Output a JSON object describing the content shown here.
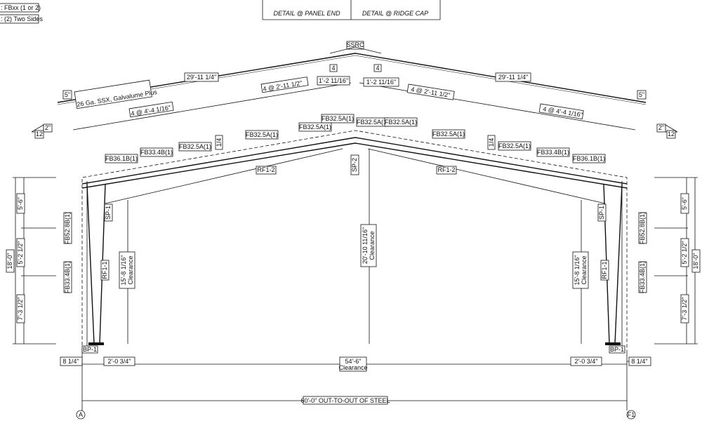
{
  "legend": {
    "line1": ": FBxx (1 or 2)",
    "line2": ": (2) Two Sides"
  },
  "details": {
    "panel_end": "DETAIL @ PANEL END",
    "ridge_cap": "DETAIL @ RIDGE CAP"
  },
  "roof": {
    "ridge_cap": "SSRC",
    "panel_note": "26 Ga. SSX, Galvalume Plus",
    "slope_rise": "4",
    "slope_rise_left": "5\"",
    "slope_rise_right": "5\"",
    "run": "12",
    "rise": "2\""
  },
  "dims": {
    "roof_len_left": "29'-11 1/4\"",
    "roof_len_right": "29'-11 1/4\"",
    "purlin_near_left": "4 @ 2'-11 1/2\"",
    "purlin_near_right": "4 @ 2'-11 1/2\"",
    "purlin_far_left": "4 @ 4'-4 1/16\"",
    "purlin_far_right": "4 @ 4'-4 1/16\"",
    "ridge_off_left": "1'-2 11/16\"",
    "ridge_off_right": "1'-2 11/16\"",
    "small_quarter": "1/4",
    "height_total": "18'-0\"",
    "height_top": "5'-6\"",
    "height_mid": "5'-2 1/2\"",
    "height_low": "7'-3 1/2\"",
    "clear_eave": "15'-8 1/16\"",
    "clear_ridge": "20'-10 11/16\"",
    "clearance": "Clearance",
    "edge_left": "8 1/4\"",
    "edge_right": "8 1/4\"",
    "col_off_left": "2'-0 3/4\"",
    "col_off_right": "2'-0 3/4\"",
    "clear_span": "54'-6\"",
    "overall": "60'-0\" OUT-TO-OUT OF STEEL"
  },
  "members": {
    "rafter_left": "RF1-2",
    "rafter_right": "RF1-2",
    "column_left": "RF1-1",
    "column_right": "RF1-1",
    "splice_ridge": "SP-2",
    "splice_left": "SP-1",
    "splice_right": "SP-1",
    "base_left": "BP-1",
    "base_right": "BP-1"
  },
  "flange_braces": {
    "r1": "FB36.1B(1)",
    "r2": "FB33.4B(1)",
    "r3": "FB32.5A(1)",
    "r4": "FB32.5A(1)",
    "r5": "FB32.5A(1)",
    "r6": "FB32.5A(1)",
    "c1": "FB52.8B(1)",
    "c2": "FB33.4B(1)"
  },
  "gridlines": {
    "left": "A",
    "right": "F1"
  }
}
